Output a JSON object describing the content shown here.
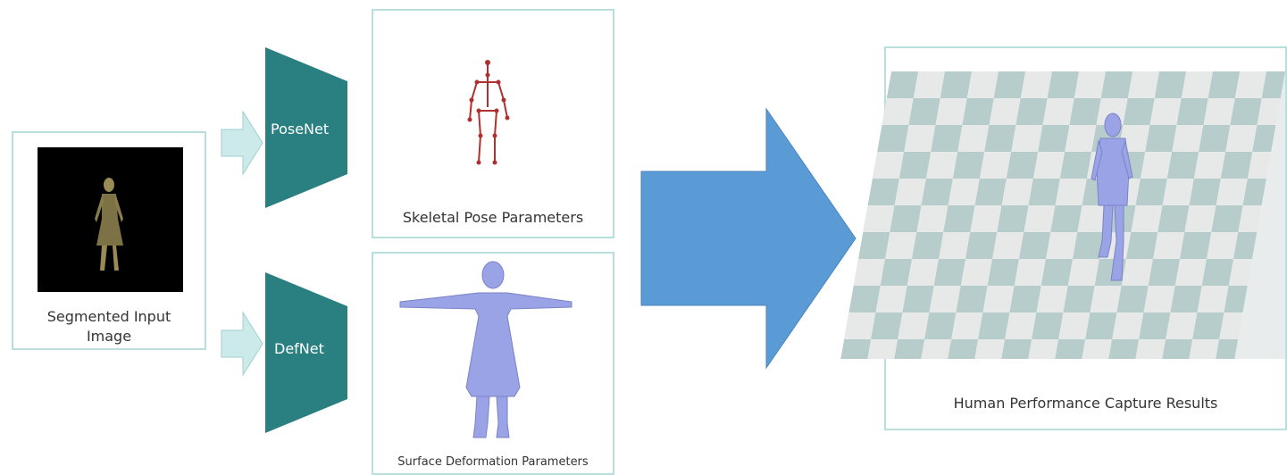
{
  "input": {
    "label_line1": "Segmented Input",
    "label_line2": "Image"
  },
  "posenet": {
    "label": "PoseNet",
    "color": "#2a7f80"
  },
  "defnet": {
    "label": "DefNet",
    "color": "#2a7f80"
  },
  "skeletal": {
    "label": "Skeletal Pose Parameters",
    "color": "#b03030"
  },
  "surface": {
    "label": "Surface Deformation Parameters",
    "color": "#9aa3e6"
  },
  "result": {
    "label": "Human Performance Capture Results"
  },
  "colors": {
    "box_border": "#b9dede",
    "small_arrow": "#cdeaea",
    "big_arrow": "#5b9bd5"
  }
}
